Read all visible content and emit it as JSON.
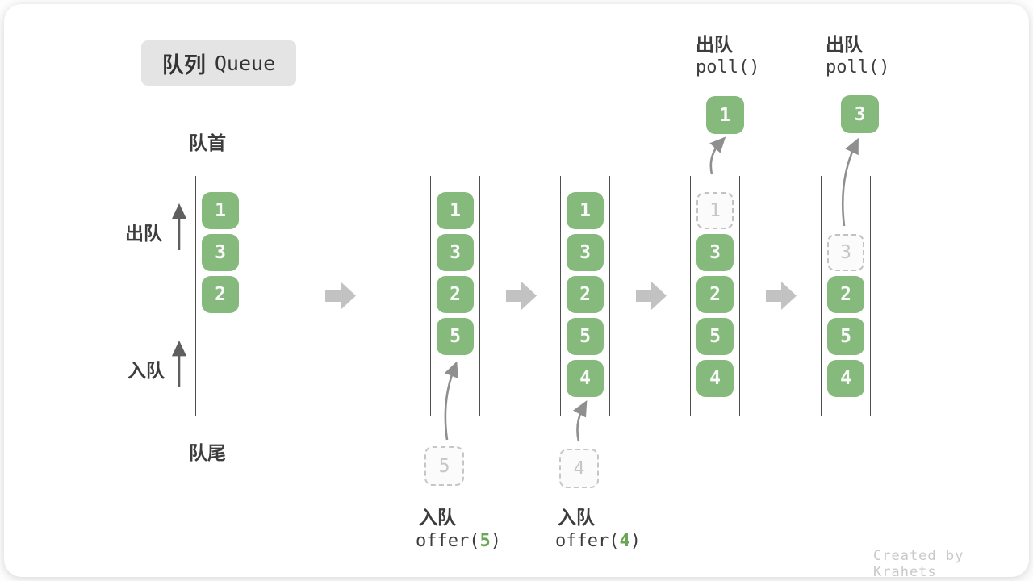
{
  "title": {
    "zh": "队列",
    "en": "Queue"
  },
  "labels": {
    "front": "队首",
    "rear": "队尾",
    "dequeue_side": "出队",
    "enqueue_side": "入队"
  },
  "queues": [
    {
      "slots": [
        {
          "type": "green",
          "value": "1"
        },
        {
          "type": "green",
          "value": "3"
        },
        {
          "type": "green",
          "value": "2"
        }
      ]
    },
    {
      "slots": [
        {
          "type": "green",
          "value": "1"
        },
        {
          "type": "green",
          "value": "3"
        },
        {
          "type": "green",
          "value": "2"
        },
        {
          "type": "green",
          "value": "5"
        }
      ]
    },
    {
      "slots": [
        {
          "type": "green",
          "value": "1"
        },
        {
          "type": "green",
          "value": "3"
        },
        {
          "type": "green",
          "value": "2"
        },
        {
          "type": "green",
          "value": "5"
        },
        {
          "type": "green",
          "value": "4"
        }
      ]
    },
    {
      "slots": [
        {
          "type": "dashed",
          "value": "1"
        },
        {
          "type": "green",
          "value": "3"
        },
        {
          "type": "green",
          "value": "2"
        },
        {
          "type": "green",
          "value": "5"
        },
        {
          "type": "green",
          "value": "4"
        }
      ]
    },
    {
      "slots": [
        {
          "type": "empty",
          "value": ""
        },
        {
          "type": "dashed",
          "value": "3"
        },
        {
          "type": "green",
          "value": "2"
        },
        {
          "type": "green",
          "value": "5"
        },
        {
          "type": "green",
          "value": "4"
        }
      ]
    }
  ],
  "operations": {
    "enqueue5": {
      "label": "入队",
      "code_pre": "offer(",
      "code_arg": "5",
      "code_post": ")",
      "staged_value": "5"
    },
    "enqueue4": {
      "label": "入队",
      "code_pre": "offer(",
      "code_arg": "4",
      "code_post": ")",
      "staged_value": "4"
    },
    "poll1": {
      "label": "出队",
      "code": "poll()",
      "popped_value": "1"
    },
    "poll2": {
      "label": "出队",
      "code": "poll()",
      "popped_value": "3"
    }
  },
  "colors": {
    "box_green": "#86ba7d",
    "box_text": "#fafafa",
    "dashed_gray": "#c6c6c6",
    "code_green": "#69a757",
    "block_arrow_gray": "#c2c2c2",
    "rail_gray": "#4f4f4f",
    "text_dark": "#3d3d3d",
    "badge_bg": "#e4e4e4",
    "credit_gray": "#c9c9c9"
  },
  "credit": "Created by Krahets"
}
